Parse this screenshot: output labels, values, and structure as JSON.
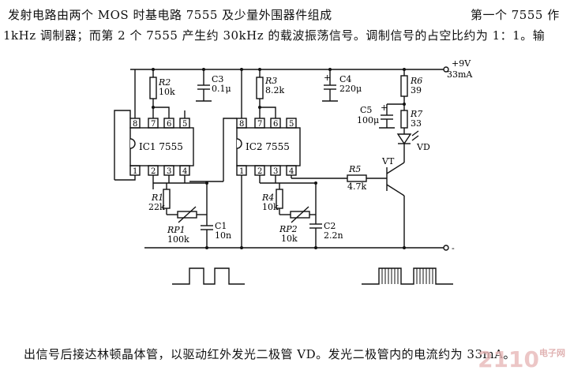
{
  "text": {
    "line1": "发射电路由两个 MOS 时基电路 7555 及少量外围器件组成",
    "line1b": "第一个 7555 作",
    "line2": "1kHz 调制器；而第 2 个 7555 产生约 30kHz 的载波振荡信号。调制信号的占空比约为 1：1。输",
    "line3": "出信号后接达林顿晶体管，以驱动红外发光二极管 VD。发光二极管内的电流约为 33mA。"
  },
  "circuit": {
    "supply_label": "+9V",
    "supply_current": "33mA",
    "ground_label": "-",
    "ic1": "IC1 7555",
    "ic2": "IC2 7555",
    "pins_top": [
      "8",
      "7",
      "6",
      "5"
    ],
    "pins_bottom": [
      "1",
      "2",
      "3",
      "4"
    ],
    "R2": {
      "name": "R2",
      "value": "10k"
    },
    "C3": {
      "name": "C3",
      "value": "0.1μ"
    },
    "R3": {
      "name": "R3",
      "value": "8.2k"
    },
    "C4": {
      "name": "C4",
      "value": "220μ"
    },
    "R6": {
      "name": "R6",
      "value": "39"
    },
    "C5": {
      "name": "C5",
      "value": "100μ"
    },
    "R7": {
      "name": "R7",
      "value": "33"
    },
    "VD": "VD",
    "VT": "VT",
    "R5": {
      "name": "R5",
      "value": "4.7k"
    },
    "R1": {
      "name": "R1",
      "value": "22k"
    },
    "RP1": {
      "name": "RP1",
      "value": "100k"
    },
    "C1": {
      "name": "C1",
      "value": "10n"
    },
    "R4": {
      "name": "R4",
      "value": "10k"
    },
    "RP2": {
      "name": "RP2",
      "value": "10k"
    },
    "C2": {
      "name": "C2",
      "value": "2.2n"
    },
    "plus_mark": "+"
  },
  "watermark": {
    "main": "2110",
    "small": "电子网"
  }
}
